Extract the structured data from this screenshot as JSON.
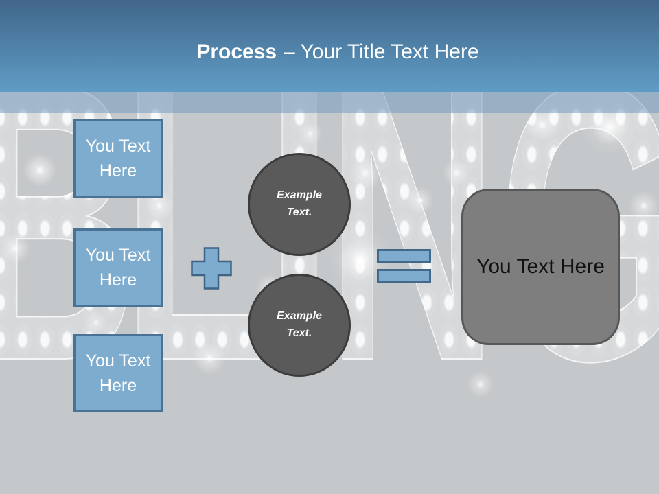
{
  "slide": {
    "title": {
      "bold_part": "Process",
      "regular_part": "– Your Title Text Here"
    },
    "background": {
      "word": "BLING",
      "letters": [
        "B",
        "L",
        "I",
        "N",
        "G"
      ]
    },
    "left_boxes": [
      {
        "label": "You Text Here"
      },
      {
        "label": "You Text Here"
      },
      {
        "label": "You Text Here"
      }
    ],
    "operators": {
      "plus": "+",
      "equals": "="
    },
    "circles": [
      {
        "label": "Example Text."
      },
      {
        "label": "Example Text."
      }
    ],
    "result_box": {
      "label": "You Text Here"
    },
    "colors": {
      "header_gradient_top": "#41668A",
      "header_gradient_bottom": "#5F9CC5",
      "band_overlay_blue": "#6E96BC",
      "background_gray": "#C5C8CA",
      "accent_blue_fill": "#7EACCE",
      "accent_blue_border": "#4A7294",
      "circle_fill": "#5A5A5A",
      "circle_border": "#3C3C3C",
      "result_fill": "#7E7E7E",
      "result_border": "#575757",
      "title_text": "#FFFFFF",
      "box_text": "#FFFFFF",
      "result_text": "#111111"
    }
  }
}
